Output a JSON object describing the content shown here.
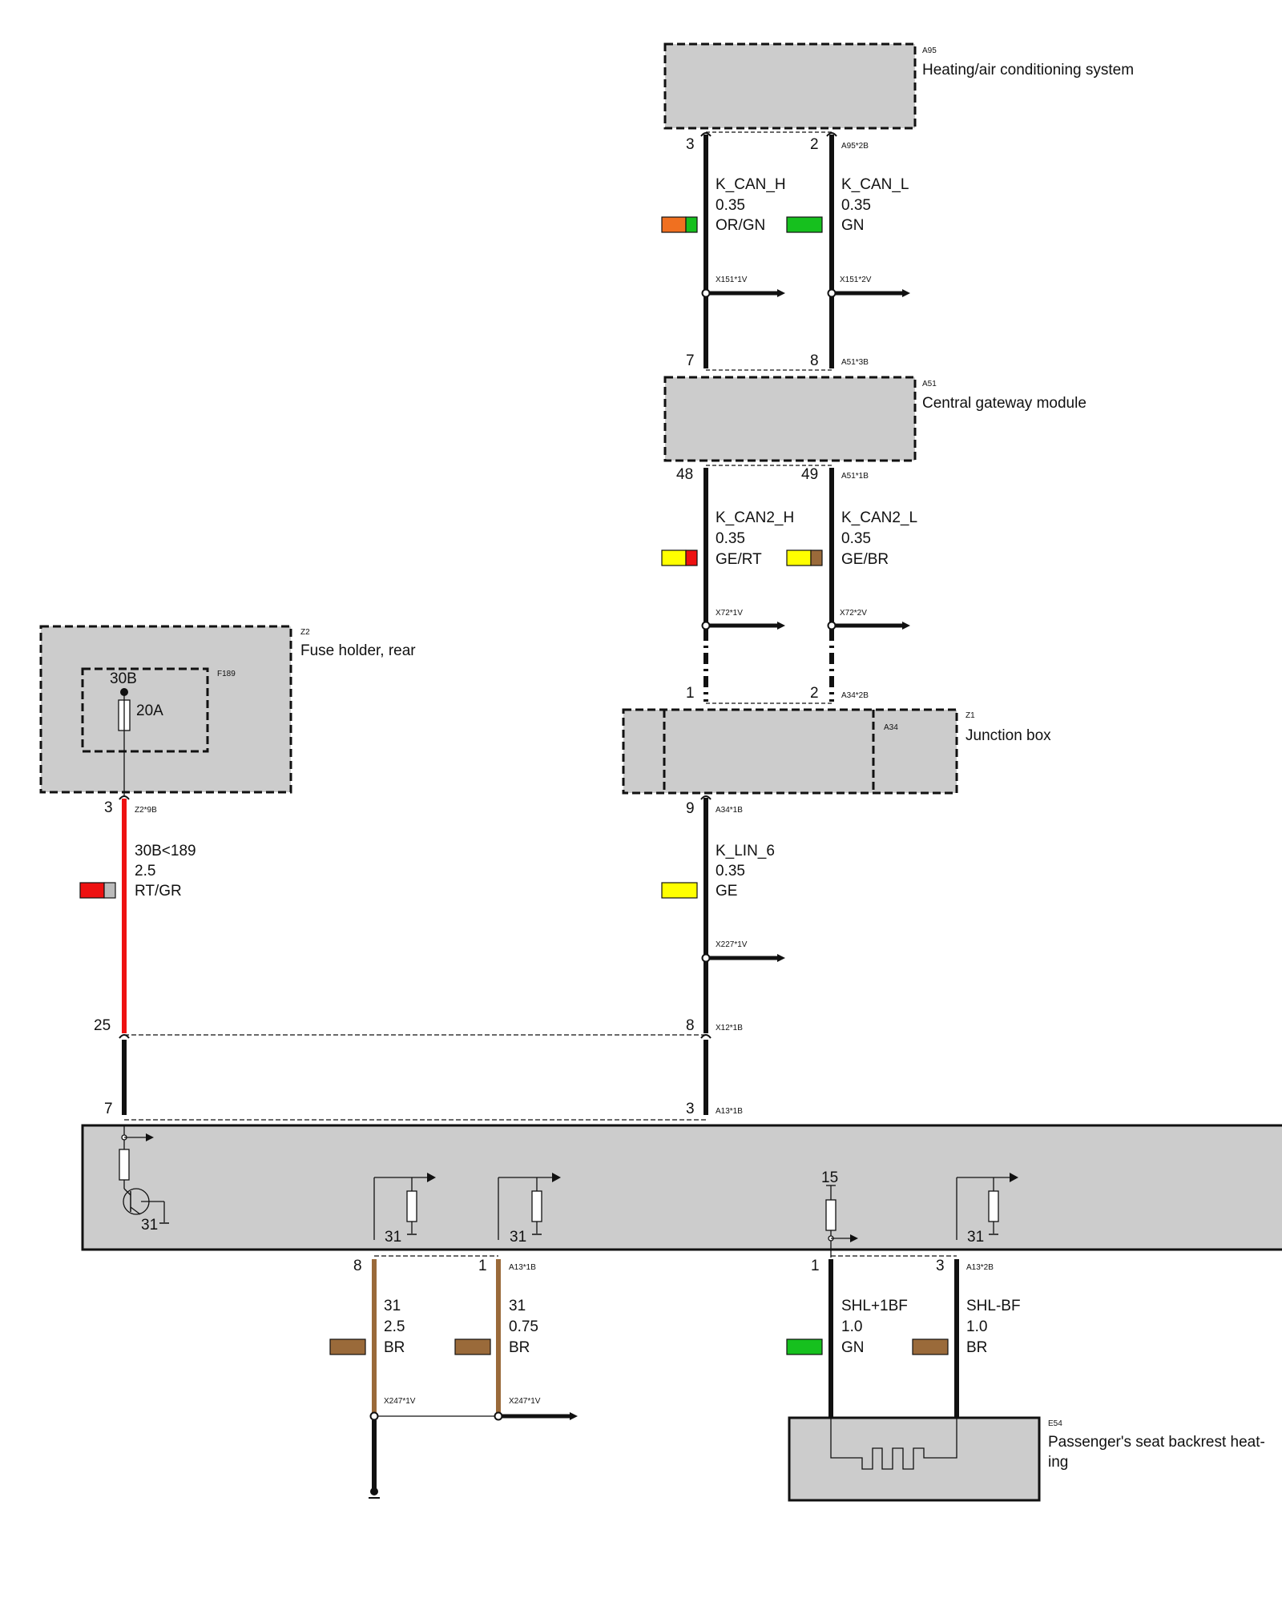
{
  "components": {
    "a95": {
      "code": "A95",
      "name": "Heating/air conditioning system"
    },
    "a51": {
      "code": "A51",
      "name": "Central gateway module"
    },
    "z1": {
      "code": "Z1",
      "name": "Junction box",
      "inner_code": "A34"
    },
    "z2": {
      "code": "Z2",
      "name": "Fuse holder, rear"
    },
    "f189": {
      "code": "F189",
      "terminal": "30B",
      "rating": "20A"
    },
    "e54": {
      "code": "E54",
      "name_line1": "Passenger's seat backrest heat-",
      "name_line2": "ing"
    }
  },
  "connectors": {
    "a95_2b": "A95*2B",
    "x151_1v": "X151*1V",
    "x151_2v": "X151*2V",
    "a51_3b": "A51*3B",
    "a51_1b": "A51*1B",
    "x72_1v": "X72*1V",
    "x72_2v": "X72*2V",
    "a34_2b": "A34*2B",
    "a34_1b": "A34*1B",
    "z2_9b": "Z2*9B",
    "x227_1v": "X227*1V",
    "x12_1b": "X12*1B",
    "a13_1b_top": "A13*1B",
    "a13_1b_bottom": "A13*1B",
    "a13_2b": "A13*2B",
    "x247_1v_a": "X247*1V",
    "x247_1v_b": "X247*1V"
  },
  "pins": {
    "a95_left": "3",
    "a95_right": "2",
    "a51_top_left": "7",
    "a51_top_right": "8",
    "a51_bottom_left": "48",
    "a51_bottom_right": "49",
    "a34_top_left": "1",
    "a34_top_right": "2",
    "a34_bottom": "9",
    "z2_bottom": "3",
    "x12_left": "25",
    "x12_right": "8",
    "a13_top_left": "7",
    "a13_top_right": "3",
    "a13_bottom_1": "8",
    "a13_bottom_2": "1",
    "a13_bottom_3": "1",
    "a13_bottom_4": "3"
  },
  "wires": [
    {
      "id": "kcanh",
      "signal": "K_CAN_H",
      "size": "0.35",
      "color_code": "OR/GN",
      "colors": [
        "#f07020",
        "#16c01e"
      ]
    },
    {
      "id": "kcanl",
      "signal": "K_CAN_L",
      "size": "0.35",
      "color_code": "GN",
      "colors": [
        "#16c01e"
      ]
    },
    {
      "id": "kcan2h",
      "signal": "K_CAN2_H",
      "size": "0.35",
      "color_code": "GE/RT",
      "colors": [
        "#ffff00",
        "#ee1111"
      ]
    },
    {
      "id": "kcan2l",
      "signal": "K_CAN2_L",
      "size": "0.35",
      "color_code": "GE/BR",
      "colors": [
        "#ffff00",
        "#9a6a3a"
      ]
    },
    {
      "id": "klin6",
      "signal": "K_LIN_6",
      "size": "0.35",
      "color_code": "GE",
      "colors": [
        "#ffff00"
      ]
    },
    {
      "id": "w30b",
      "signal": "30B<189",
      "size": "2.5",
      "color_code": "RT/GR",
      "colors": [
        "#ee1111",
        "#bbbbbb"
      ]
    },
    {
      "id": "gnd1",
      "signal": "31",
      "size": "2.5",
      "color_code": "BR",
      "colors": [
        "#9a6a3a"
      ]
    },
    {
      "id": "gnd2",
      "signal": "31",
      "size": "0.75",
      "color_code": "BR",
      "colors": [
        "#9a6a3a"
      ]
    },
    {
      "id": "shlp",
      "signal": "SHL+1BF",
      "size": "1.0",
      "color_code": "GN",
      "colors": [
        "#16c01e"
      ]
    },
    {
      "id": "shlm",
      "signal": "SHL-BF",
      "size": "1.0",
      "color_code": "BR",
      "colors": [
        "#9a6a3a"
      ]
    }
  ],
  "module_internals": {
    "ground_label": "31",
    "terminal_15": "15"
  },
  "colors": {
    "box_fill": "#cccccc",
    "wire_black": "#111111",
    "wire_red": "#ee1111",
    "wire_brown": "#9a6a3a"
  }
}
